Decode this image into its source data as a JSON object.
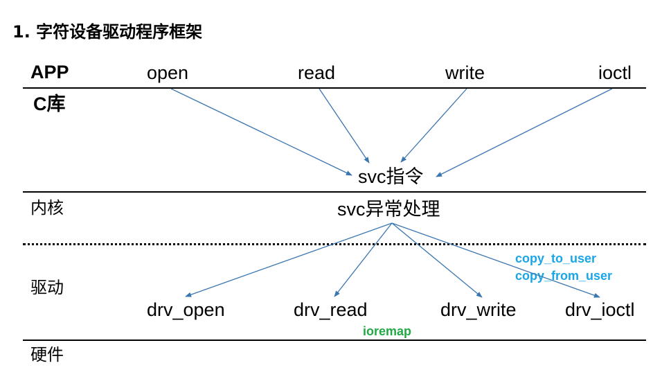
{
  "title": "1. 字符设备驱动程序框架",
  "layers": {
    "app": "APP",
    "clib": "C库",
    "kernel": "内核",
    "driver": "驱动",
    "hardware": "硬件"
  },
  "app_calls": [
    "open",
    "read",
    "write",
    "ioctl"
  ],
  "svc_instruction": "svc指令",
  "svc_handler": "svc异常处理",
  "driver_funcs": [
    "drv_open",
    "drv_read",
    "drv_write",
    "drv_ioctl"
  ],
  "notes": {
    "copy_to_user": "copy_to_user",
    "copy_from_user": "copy_from_user",
    "ioremap": "ioremap"
  },
  "colors": {
    "arrow": "#3a76b0",
    "copy_note": "#1aa6e6",
    "ioremap_note": "#22a845",
    "line": "#000000"
  }
}
